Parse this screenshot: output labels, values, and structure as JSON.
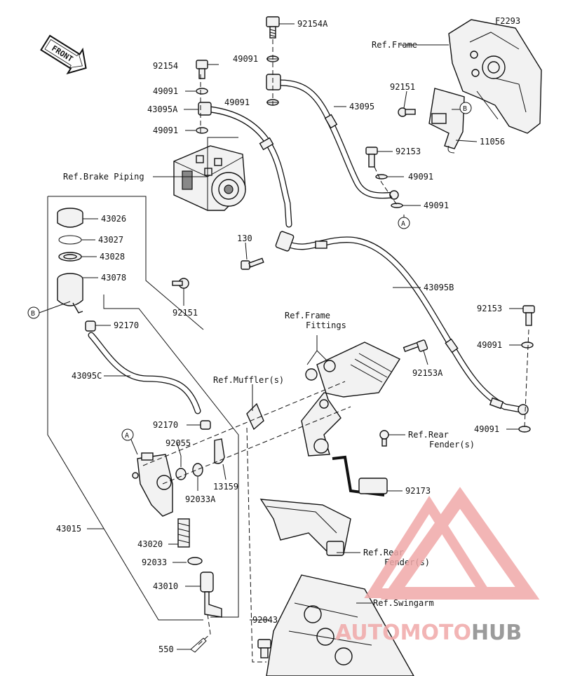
{
  "figure_code": "F2293",
  "front_arrow": "FRONT",
  "watermark": {
    "part1": "AUTOMOTO",
    "part2": "HUB",
    "color1": "#f0a9a9",
    "color2": "#8a8a8a"
  },
  "labels": {
    "p92154A": "92154A",
    "p49091_a": "49091",
    "p92154": "92154",
    "p49091_b": "49091",
    "p49091_c": "49091",
    "p43095A": "43095A",
    "p49091_d": "49091",
    "p43095": "43095",
    "ref_frame_top": "Ref.Frame",
    "p92151_top": "92151",
    "p11056": "11056",
    "p92153_top": "92153",
    "p49091_e": "49091",
    "p49091_f": "49091",
    "ref_brake_piping": "Ref.Brake Piping",
    "p43026": "43026",
    "p43027": "43027",
    "p43028": "43028",
    "p43078": "43078",
    "p130": "130",
    "p43095B": "43095B",
    "p92151_mid": "92151",
    "p92170_a": "92170",
    "ref_frame_fittings_1": "Ref.Frame",
    "ref_frame_fittings_2": "Fittings",
    "p92153_right": "92153",
    "p49091_g": "49091",
    "p92153A": "92153A",
    "p43095C": "43095C",
    "ref_muffler": "Ref.Muffler(s)",
    "p92170_b": "92170",
    "p92055": "92055",
    "ref_rear_fender_1a": "Ref.Rear",
    "ref_rear_fender_1b": "Fender(s)",
    "p49091_h": "49091",
    "p13159": "13159",
    "p92033A": "92033A",
    "p92173": "92173",
    "p43015": "43015",
    "p43020": "43020",
    "ref_rear_fender_2a": "Ref.Rear",
    "ref_rear_fender_2b": "Fender(s)",
    "p92033": "92033",
    "p43010": "43010",
    "ref_swingarm": "Ref.Swingarm",
    "p92043": "92043",
    "p550": "550",
    "ref_A_top": "A",
    "ref_A_bottom": "A",
    "ref_B_top": "B",
    "ref_B_left": "B"
  }
}
